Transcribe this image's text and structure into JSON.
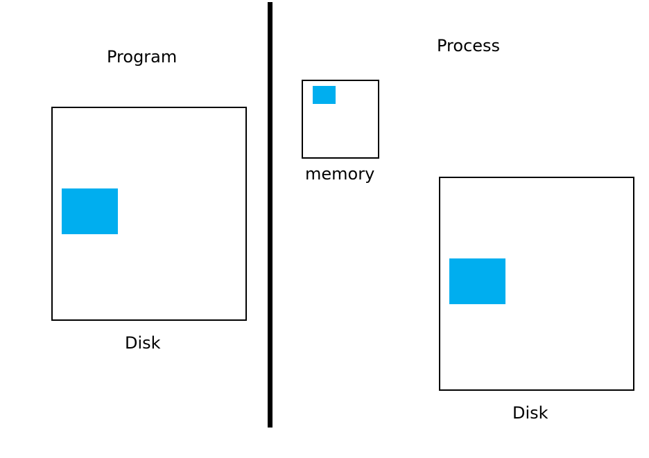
{
  "left": {
    "title": "Program",
    "disk_label": "Disk"
  },
  "right": {
    "title": "Process",
    "memory_label": "memory",
    "disk_label": "Disk"
  },
  "colors": {
    "block": "#00AEEF",
    "outline": "#000000",
    "divider": "#000000"
  }
}
